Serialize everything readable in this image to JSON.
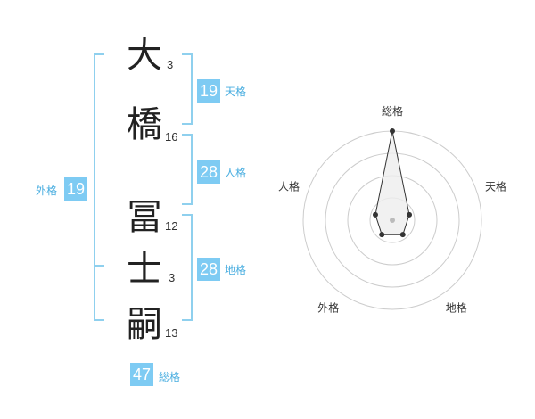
{
  "name": {
    "chars": [
      {
        "char": "大",
        "strokes": "3"
      },
      {
        "char": "橋",
        "strokes": "16"
      },
      {
        "char": "冨",
        "strokes": "12"
      },
      {
        "char": "士",
        "strokes": "3"
      },
      {
        "char": "嗣",
        "strokes": "13"
      }
    ]
  },
  "fortunes": {
    "tenkaku": {
      "value": "19",
      "label": "天格"
    },
    "jinkaku": {
      "value": "28",
      "label": "人格"
    },
    "chikaku": {
      "value": "28",
      "label": "地格"
    },
    "gaikaku": {
      "value": "19",
      "label": "外格"
    },
    "soukaku": {
      "value": "47",
      "label": "総格"
    }
  },
  "radar": {
    "axes": [
      "総格",
      "天格",
      "地格",
      "外格",
      "人格"
    ],
    "values": [
      5,
      1,
      1,
      1,
      1
    ],
    "max": 5,
    "rings": 4,
    "colors": {
      "grid": "#cccccc",
      "fill": "#eeeeee",
      "stroke": "#333333",
      "point": "#333333",
      "center": "#bbbbbb"
    }
  },
  "colors": {
    "accent": "#7ecbf3",
    "bracket": "#8fd0ee",
    "label": "#4aaee0"
  }
}
